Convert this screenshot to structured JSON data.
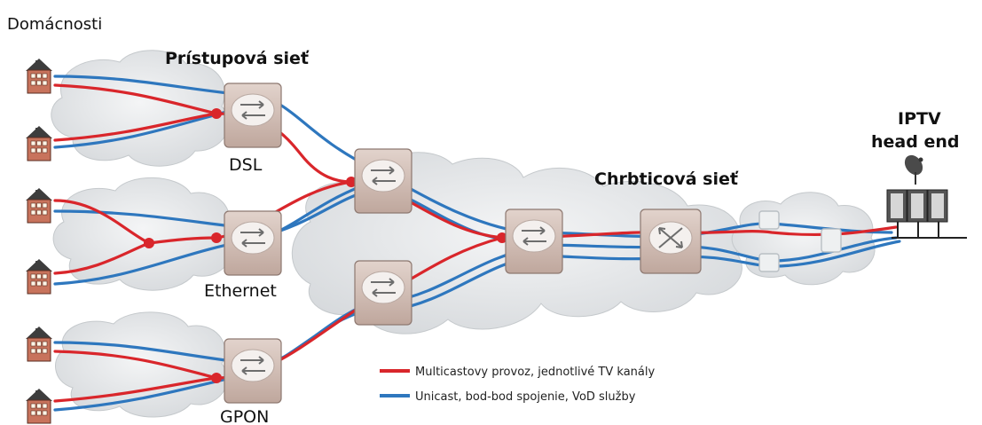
{
  "labels": {
    "households": "Domácnosti",
    "access_network": "Prístupová sieť",
    "dsl": "DSL",
    "ethernet": "Ethernet",
    "gpon": "GPON",
    "backbone": "Chrbticová sieť",
    "headend_line1": "IPTV",
    "headend_line2": "head end"
  },
  "legend": [
    {
      "text": "Multicastovy provoz, jednotlivé TV kanály",
      "color": "#d9262b"
    },
    {
      "text": "Unicast, bod-bod spojenie, VoD služby",
      "color": "#2e77be"
    }
  ],
  "colors": {
    "multicast": "#d9262b",
    "unicast": "#2e77be",
    "cloud": "#e4e6e8",
    "house": "#c8735c",
    "router": "#cdb8b0"
  },
  "icons": [
    "house-icon",
    "router-icon",
    "cloud-icon",
    "satellite-dish-icon",
    "server-icon"
  ]
}
